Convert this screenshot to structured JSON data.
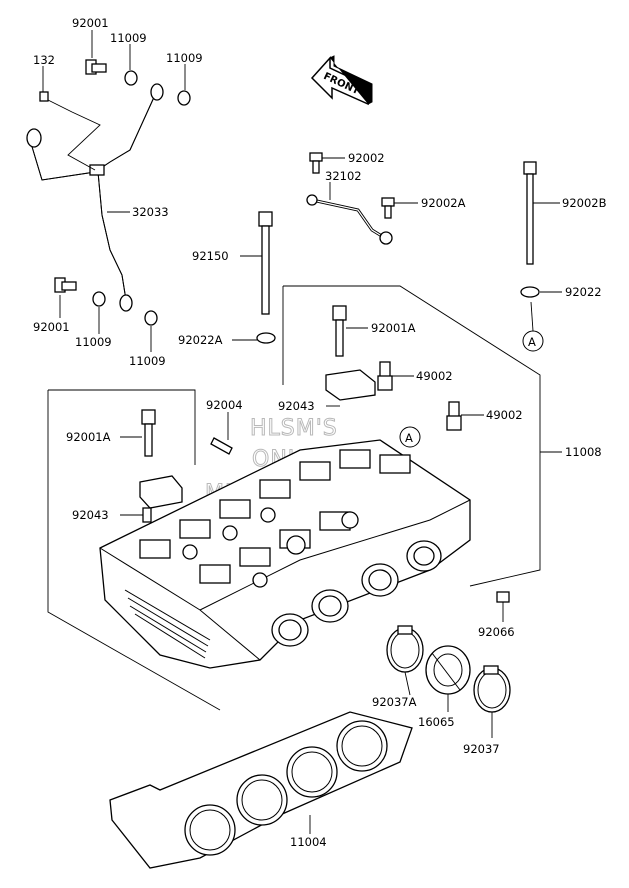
{
  "front_arrow": {
    "text": "FRONT"
  },
  "callout_letter": "A",
  "watermark": [
    "HLSM'S",
    "ONLINE",
    "MICROFICHE"
  ],
  "labels": {
    "p92001_top": "92001",
    "p11009_a": "11009",
    "p11009_b": "11009",
    "p132": "132",
    "p32033": "32033",
    "p92001_low": "92001",
    "p11009_c": "11009",
    "p11009_d": "11009",
    "p92002": "92002",
    "p32102": "32102",
    "p92002A": "92002A",
    "p92002B": "92002B",
    "p92150": "92150",
    "p92022": "92022",
    "p92022A": "92022A",
    "p92001A_a": "92001A",
    "p49002_a": "49002",
    "p49002_b": "49002",
    "p92004": "92004",
    "p92043_a": "92043",
    "p11008": "11008",
    "p92001A_b": "92001A",
    "p92043_b": "92043",
    "p92066": "92066",
    "p92037A": "92037A",
    "p16065": "16065",
    "p92037": "92037",
    "p11004": "11004"
  }
}
